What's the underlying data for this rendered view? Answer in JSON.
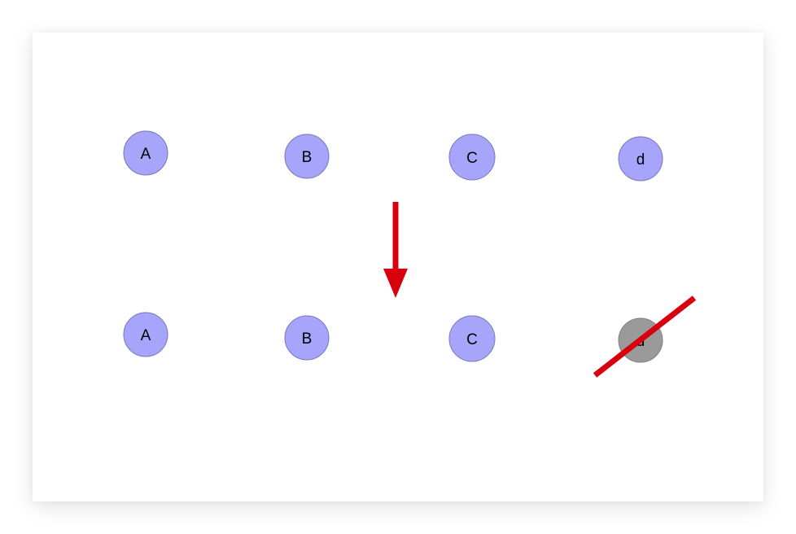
{
  "diagram": {
    "before_row": [
      {
        "label": "A",
        "state": "active"
      },
      {
        "label": "B",
        "state": "active"
      },
      {
        "label": "C",
        "state": "active"
      },
      {
        "label": "d",
        "state": "active"
      }
    ],
    "after_row": [
      {
        "label": "A",
        "state": "active"
      },
      {
        "label": "B",
        "state": "active"
      },
      {
        "label": "C",
        "state": "active"
      },
      {
        "label": "d",
        "state": "removed"
      }
    ],
    "colors": {
      "node_fill": "#a6a4fb",
      "node_stroke": "#7878b8",
      "removed_fill": "#9a9a9a",
      "removed_stroke": "#808080",
      "arrow": "#d9000d",
      "strike": "#d9000d"
    }
  }
}
